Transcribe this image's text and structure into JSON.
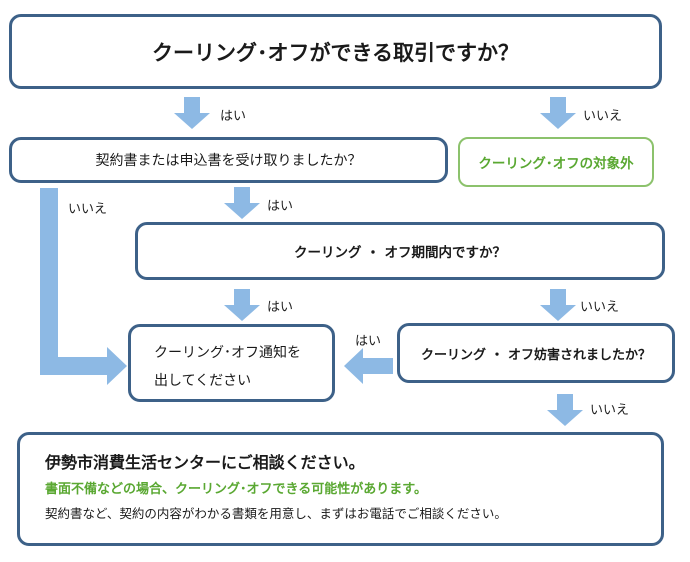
{
  "flowchart": {
    "q1": "クーリング･オフができる取引ですか？",
    "q2": "契約書または申込書を受け取りましたか？",
    "not_applicable": "クーリング･オフの対象外",
    "q3": "クーリング ・ オフ期間内ですか？",
    "q4": "クーリング ・ オフ妨害されましたか？",
    "result_notice_line1": "クーリング･オフ通知を",
    "result_notice_line2": "出してください",
    "consult_title": "伊勢市消費生活センターにご相談ください。",
    "consult_green": "書面不備などの場合、クーリング･オフできる可能性があります。",
    "consult_note": "契約書など、契約の内容がわかる書類を用意し、まずはお電話でご相談ください。",
    "label_yes": "はい",
    "label_no": "いいえ"
  },
  "colors": {
    "box_border": "#3d6188",
    "arrow_fill": "#8db9e4",
    "green_accent": "#5aa832",
    "green_border": "#8cc26c"
  }
}
